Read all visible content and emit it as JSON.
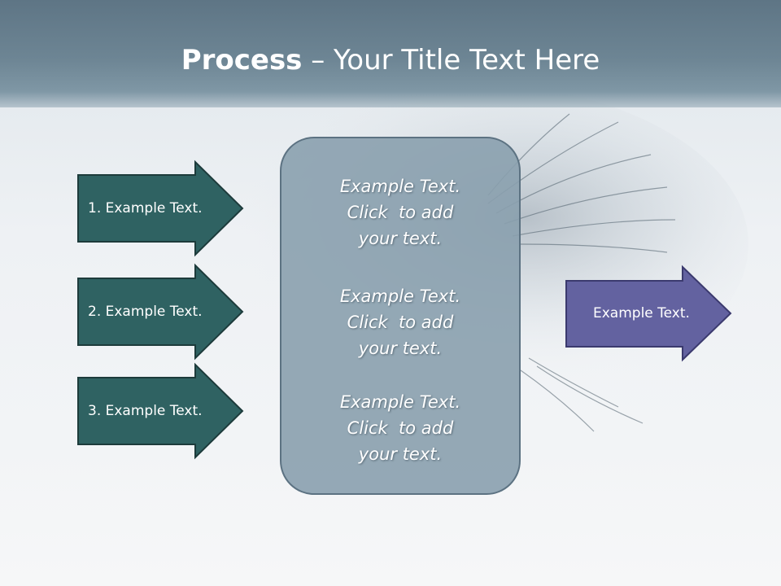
{
  "title": {
    "bold": "Process",
    "rest": " – Your Title Text Here"
  },
  "steps": [
    {
      "label": "1. Example Text."
    },
    {
      "label": "2. Example Text."
    },
    {
      "label": "3. Example Text."
    }
  ],
  "center": {
    "paragraphs": [
      {
        "line1": "Example Text.",
        "line2": "Click  to add",
        "line3": "your text."
      },
      {
        "line1": "Example Text.",
        "line2": "Click  to add",
        "line3": "your text."
      },
      {
        "line1": "Example Text.",
        "line2": "Click  to add",
        "line3": "your text."
      }
    ]
  },
  "output": {
    "label": "Example Text."
  },
  "colors": {
    "input_arrow_fill": "#2f6262",
    "output_arrow_fill": "#6362a0",
    "center_fill": "#8aa0ae",
    "title_band": "#6d8594"
  }
}
